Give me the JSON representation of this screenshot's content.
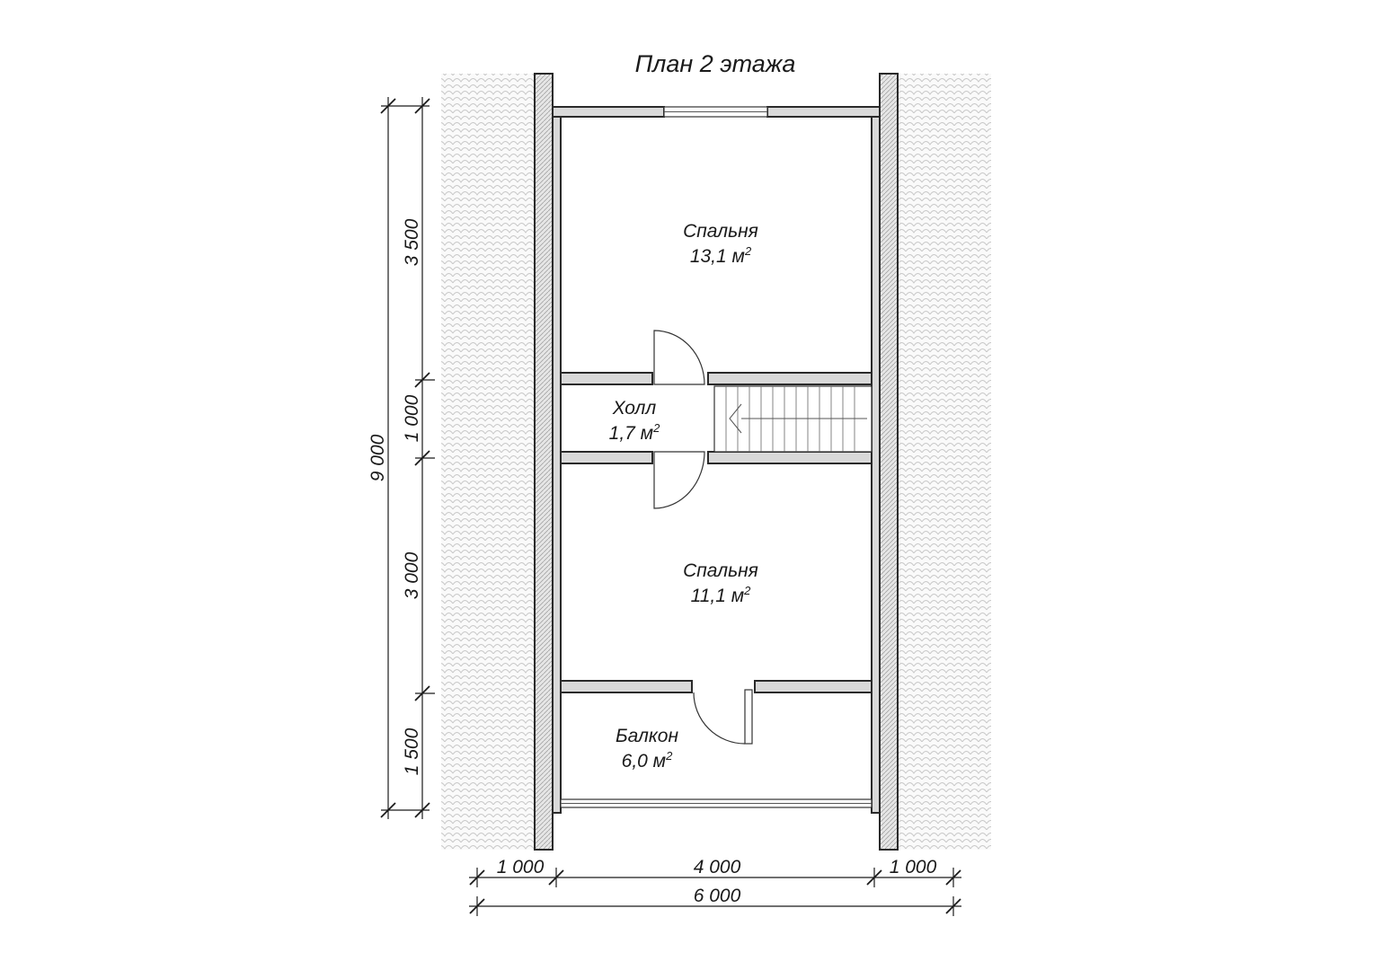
{
  "title": "План 2 этажа",
  "rooms": [
    {
      "name": "Спальня",
      "area": "13,1 м",
      "unit_sup": "2"
    },
    {
      "name": "Холл",
      "area": "1,7 м",
      "unit_sup": "2"
    },
    {
      "name": "Спальня",
      "area": "11,1 м",
      "unit_sup": "2"
    },
    {
      "name": "Балкон",
      "area": "6,0 м",
      "unit_sup": "2"
    }
  ],
  "dimensions": {
    "vertical_segments": [
      "3 500",
      "1 000",
      "3 000",
      "1 500"
    ],
    "vertical_total": "9 000",
    "horizontal_segments": [
      "1 000",
      "4 000",
      "1 000"
    ],
    "horizontal_total": "6 000"
  },
  "colors": {
    "wall_fill": "#d9d9d9",
    "line": "#1a1a1a",
    "roof_tile": "#c8c8c8"
  }
}
